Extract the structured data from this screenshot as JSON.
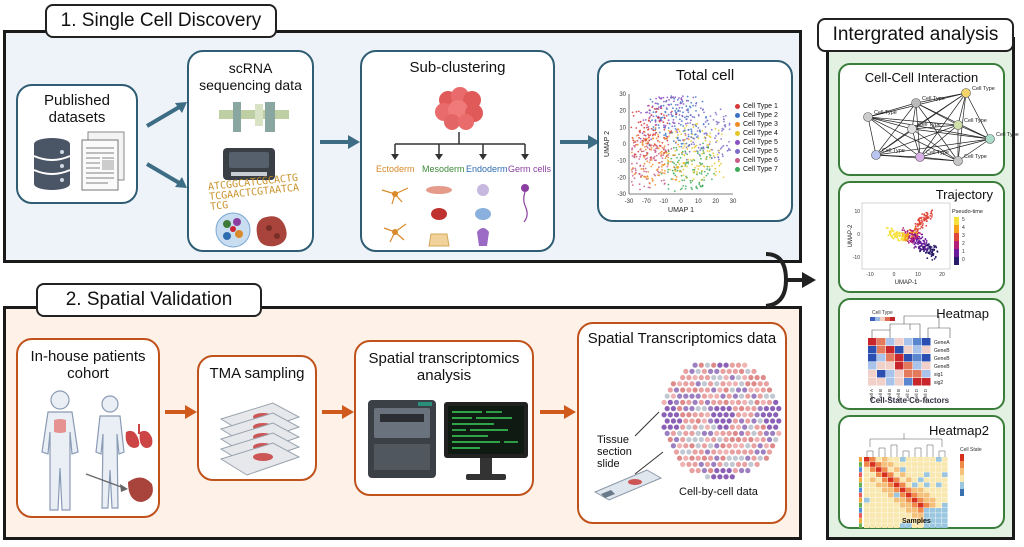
{
  "single_cell": {
    "tab_label": "1. Single Cell Discovery",
    "published": {
      "title": "Published datasets"
    },
    "scrna": {
      "title": "scRNA sequencing data",
      "dna_text": "ATCGGCATCGCACTGTCGAACTCGTAATCATCG"
    },
    "subclustering": {
      "title": "Sub-clustering",
      "groups": [
        {
          "label": "Ectoderm",
          "color": "#d98a2a"
        },
        {
          "label": "Mesoderm",
          "color": "#3f8a3a"
        },
        {
          "label": "Endoderm",
          "color": "#2f6db0"
        },
        {
          "label": "Germ cells",
          "color": "#8a3fa0"
        }
      ]
    },
    "total_cell": {
      "title": "Total cell",
      "xlabel": "UMAP 1",
      "ylabel": "UMAP 2",
      "xticks": [
        "-30",
        "-70",
        "-10",
        "0",
        "10",
        "20",
        "30"
      ],
      "yticks": [
        "30",
        "20",
        "10",
        "0",
        "-10",
        "-20",
        "-30"
      ],
      "legend": [
        {
          "label": "Cell Type 1",
          "color": "#d9383a"
        },
        {
          "label": "Cell Type 2",
          "color": "#3a73c4"
        },
        {
          "label": "Cell Type 3",
          "color": "#f08a24"
        },
        {
          "label": "Cell Type 4",
          "color": "#e6c52a"
        },
        {
          "label": "Cell Type 5",
          "color": "#8a4fc2"
        },
        {
          "label": "Cell Type 5",
          "color": "#7a6cc8"
        },
        {
          "label": "Cell Type 6",
          "color": "#c85a8a"
        },
        {
          "label": "Cell Type 7",
          "color": "#3faa5a"
        }
      ]
    }
  },
  "spatial": {
    "tab_label": "2. Spatial Validation",
    "cohort": {
      "title": "In-house patients cohort"
    },
    "tma": {
      "title": "TMA sampling"
    },
    "st_analysis": {
      "title": "Spatial transcriptomics analysis"
    },
    "st_data": {
      "title": "Spatial Transcriptomics data",
      "slide_label": "Tissue section slide",
      "cell_label": "Cell-by-cell data"
    }
  },
  "integrated": {
    "tab_label": "Intergrated analysis",
    "cci": {
      "title": "Cell-Cell Interaction",
      "node_label": "Cell Type"
    },
    "trajectory": {
      "title": "Trajectory",
      "legend_label": "Pseudo-time",
      "xlabel": "UMAP-1",
      "ylabel": "UMAP-2",
      "xticks": [
        "-10",
        "0",
        "10",
        "20"
      ],
      "yticks": [
        "10",
        "0",
        "-10"
      ],
      "legend_ticks": [
        "5",
        "4",
        "3",
        "2",
        "1",
        "0"
      ]
    },
    "heatmap": {
      "title": "Heatmap",
      "subtitle": "Cell-State Co-factors",
      "legend_label": "Cell Type",
      "rows": [
        "GeneA",
        "GeneB",
        "GeneB",
        "GeneB",
        "sig1",
        "sig2"
      ],
      "cols": [
        "Cell A",
        "Cell B",
        "Cell B",
        "Cell B",
        "Cell C",
        "Cell D",
        "Cell D"
      ]
    },
    "heatmap2": {
      "title": "Heatmap2",
      "xlabel": "Samples",
      "legend_label": "Cell State"
    }
  }
}
